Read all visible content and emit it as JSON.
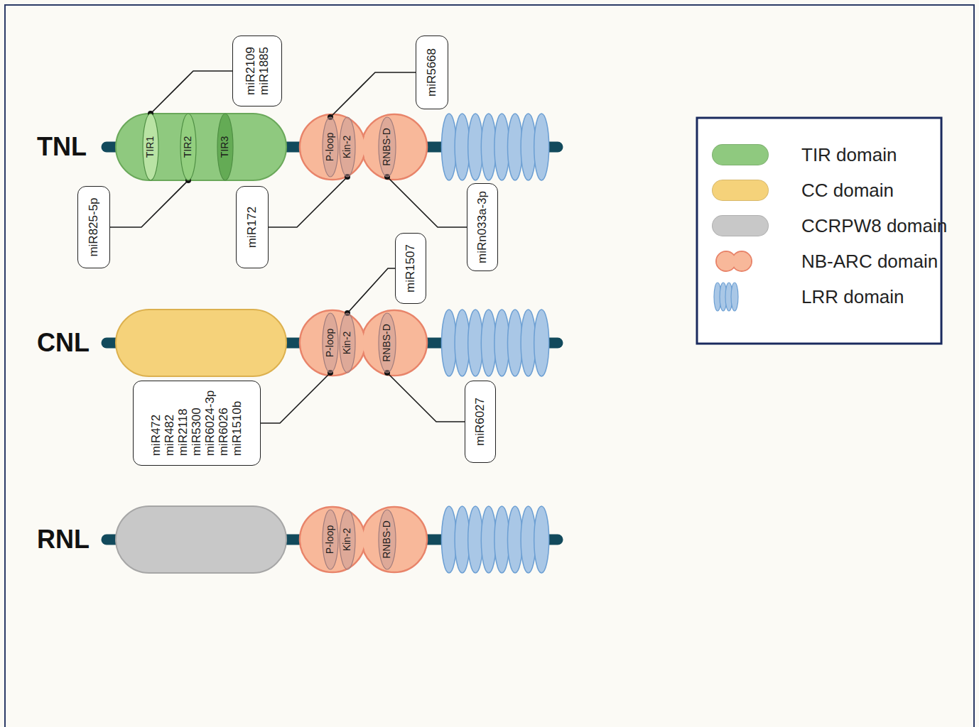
{
  "diagram": {
    "nodes": [
      {
        "text": [
          "miR2109",
          "miR1885"
        ]
      },
      {
        "text": [
          "miR5668"
        ]
      },
      {
        "text": [
          "TIR1"
        ]
      },
      {
        "text": [
          "TIR2"
        ]
      },
      {
        "text": [
          "TIR3"
        ]
      },
      {
        "text": [
          "P-loop"
        ]
      },
      {
        "text": [
          "Kin-2"
        ]
      },
      {
        "text": [
          "RNBS-D"
        ]
      },
      {
        "text": [
          "miR825-5p"
        ]
      },
      {
        "text": [
          "miR172"
        ]
      },
      {
        "text": [
          "miRn033a-3p"
        ]
      },
      {
        "text": [
          "miR1507"
        ]
      },
      {
        "text": [
          "P-loop"
        ]
      },
      {
        "text": [
          "Kin-2"
        ]
      },
      {
        "text": [
          "RNBS-D"
        ]
      },
      {
        "text": [
          "miR472",
          "miR482",
          "miR2118",
          "miR5300",
          "miR6024-3p",
          "miR6026",
          "miR1510b"
        ]
      },
      {
        "text": [
          "miR6027"
        ]
      },
      {
        "text": [
          "P-loop"
        ]
      },
      {
        "text": [
          "Kin-2"
        ]
      },
      {
        "text": [
          "RNBS-D"
        ]
      }
    ],
    "edges": [
      {
        "from": 2,
        "to": 0,
        "arrow": "none"
      },
      {
        "from": 5,
        "to": 1,
        "arrow": "none"
      },
      {
        "from": 3,
        "to": 8,
        "arrow": "none"
      },
      {
        "from": 6,
        "to": 9,
        "arrow": "none"
      },
      {
        "from": 7,
        "to": 10,
        "arrow": "none"
      },
      {
        "from": 13,
        "to": 11,
        "arrow": "none"
      },
      {
        "from": 12,
        "to": 15,
        "arrow": "none"
      },
      {
        "from": 14,
        "to": 16,
        "arrow": "none"
      }
    ],
    "labels": [
      "TNL",
      "CNL",
      "RNL"
    ],
    "legend": [
      {
        "text": "TIR domain",
        "color": "#8fc97f"
      },
      {
        "text": "CC domain",
        "color": "#f5d27a"
      },
      {
        "text": "CCRPW8 domain",
        "color": "#c8c8c8"
      },
      {
        "text": "NB-ARC domain"
      },
      {
        "text": "LRR domain"
      }
    ]
  }
}
